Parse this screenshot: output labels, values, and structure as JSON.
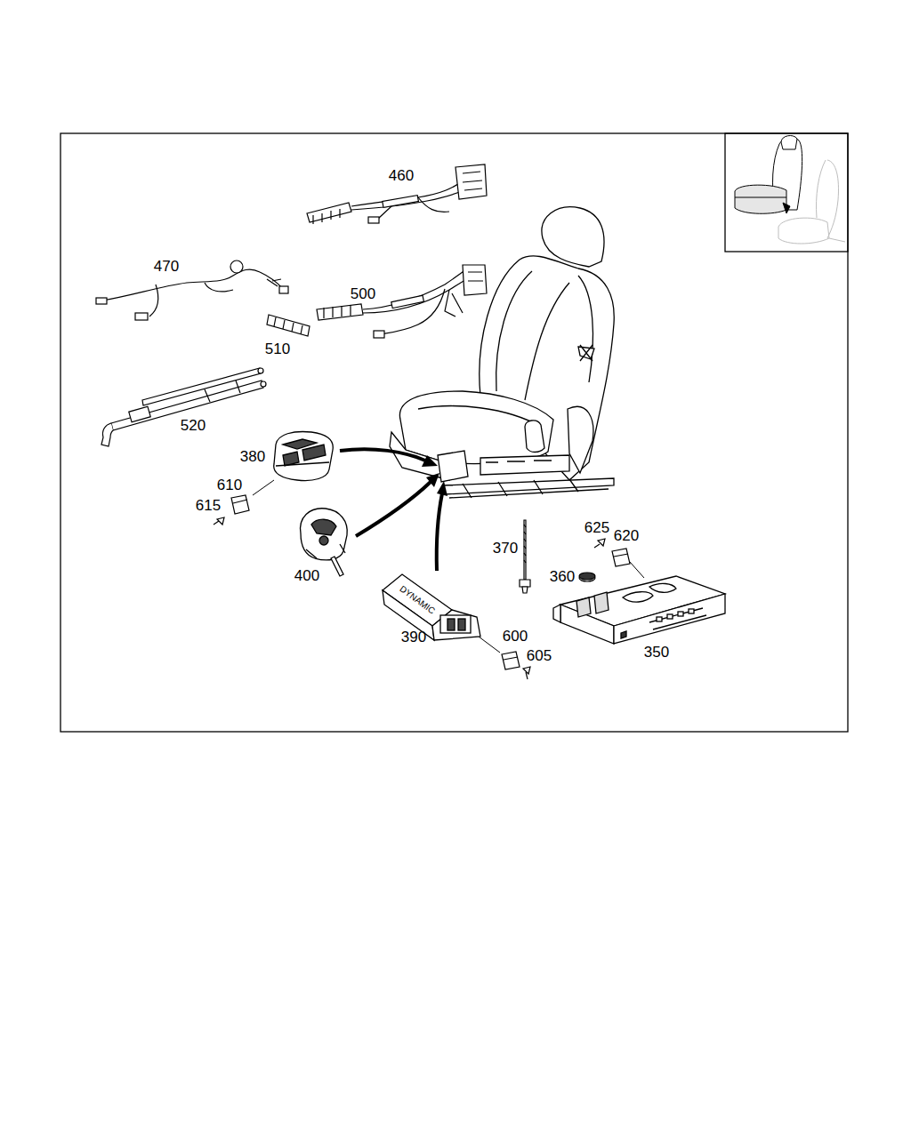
{
  "diagram": {
    "labels": [
      "460",
      "470",
      "500",
      "510",
      "520",
      "380",
      "610",
      "615",
      "400",
      "390",
      "600",
      "605",
      "370",
      "625",
      "620",
      "360",
      "350",
      "DYNAMIC"
    ]
  }
}
